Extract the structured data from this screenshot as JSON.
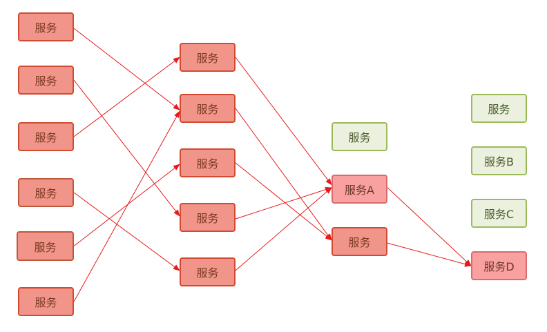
{
  "colors": {
    "edge": "#e8191a",
    "node_red_fill": "#f1948a",
    "node_red_border": "#d24a32",
    "node_pink_fill": "#f9a0a0",
    "node_green_fill": "#ebf1de",
    "node_green_border": "#9bbb59"
  },
  "nodes": {
    "c1_1": "服务",
    "c1_2": "服务",
    "c1_3": "服务",
    "c1_4": "服务",
    "c1_5": "服务",
    "c1_6": "服务",
    "c2_1": "服务",
    "c2_2": "服务",
    "c2_3": "服务",
    "c2_4": "服务",
    "c2_5": "服务",
    "c3_1": "服务",
    "c3_a": "服务A",
    "c3_3": "服务",
    "c4_1": "服务",
    "c4_b": "服务B",
    "c4_c": "服务C",
    "c4_d": "服务D"
  },
  "edges": [
    [
      "c1_1",
      "c2_2"
    ],
    [
      "c1_2",
      "c2_4"
    ],
    [
      "c1_3",
      "c2_1"
    ],
    [
      "c1_4",
      "c2_5"
    ],
    [
      "c1_5",
      "c2_3"
    ],
    [
      "c1_6",
      "c2_2"
    ],
    [
      "c2_1",
      "c3_a"
    ],
    [
      "c2_2",
      "c3_3"
    ],
    [
      "c2_3",
      "c3_3"
    ],
    [
      "c2_4",
      "c3_a"
    ],
    [
      "c2_5",
      "c3_a"
    ],
    [
      "c3_a",
      "c4_d"
    ],
    [
      "c3_3",
      "c4_d"
    ]
  ]
}
